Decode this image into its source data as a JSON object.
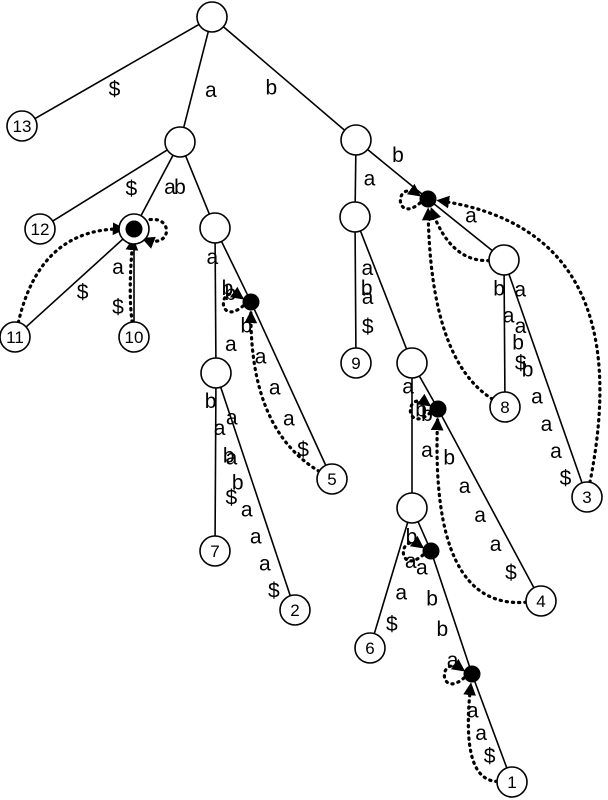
{
  "diagram": {
    "nodes": [
      {
        "id": "root",
        "kind": "internal"
      },
      {
        "id": "n_a",
        "kind": "internal"
      },
      {
        "id": "n_b",
        "kind": "internal"
      },
      {
        "id": "n_aa",
        "kind": "marked"
      },
      {
        "id": "n_ab",
        "kind": "internal"
      },
      {
        "id": "n_abba",
        "kind": "internal"
      },
      {
        "id": "n_abab",
        "kind": "marked"
      },
      {
        "id": "n_ba",
        "kind": "internal"
      },
      {
        "id": "n_bb",
        "kind": "marked"
      },
      {
        "id": "n_bab",
        "kind": "internal"
      },
      {
        "id": "n_baba",
        "kind": "marked"
      },
      {
        "id": "n_babba",
        "kind": "internal"
      },
      {
        "id": "n_babbab",
        "kind": "marked"
      },
      {
        "id": "n_babbabab",
        "kind": "marked"
      },
      {
        "id": "n_bba",
        "kind": "internal"
      },
      {
        "id": "leaf13",
        "kind": "leaf",
        "label": "13"
      },
      {
        "id": "leaf12",
        "kind": "leaf",
        "label": "12"
      },
      {
        "id": "leaf11",
        "kind": "leaf",
        "label": "11"
      },
      {
        "id": "leaf10",
        "kind": "leaf",
        "label": "10"
      },
      {
        "id": "leaf7",
        "kind": "leaf",
        "label": "7"
      },
      {
        "id": "leaf2",
        "kind": "leaf",
        "label": "2"
      },
      {
        "id": "leaf5",
        "kind": "leaf",
        "label": "5"
      },
      {
        "id": "leaf9",
        "kind": "leaf",
        "label": "9"
      },
      {
        "id": "leaf6",
        "kind": "leaf",
        "label": "6"
      },
      {
        "id": "leaf1",
        "kind": "leaf",
        "label": "1"
      },
      {
        "id": "leaf4",
        "kind": "leaf",
        "label": "4"
      },
      {
        "id": "leaf8",
        "kind": "leaf",
        "label": "8"
      },
      {
        "id": "leaf3",
        "kind": "leaf",
        "label": "3"
      }
    ],
    "edges": [
      {
        "from": "root",
        "to": "leaf13",
        "label": "$"
      },
      {
        "from": "root",
        "to": "n_a",
        "label": "a"
      },
      {
        "from": "root",
        "to": "n_b",
        "label": "b"
      },
      {
        "from": "n_a",
        "to": "leaf12",
        "label": "$"
      },
      {
        "from": "n_a",
        "to": "n_aa",
        "label": "a"
      },
      {
        "from": "n_a",
        "to": "n_ab",
        "label": "b"
      },
      {
        "from": "n_aa",
        "to": "leaf11",
        "label": "$"
      },
      {
        "from": "n_aa",
        "to": "leaf10",
        "label": "a$"
      },
      {
        "from": "n_ab",
        "to": "n_abba",
        "label": "ba"
      },
      {
        "from": "n_ab",
        "to": "n_abab",
        "label": "ab"
      },
      {
        "from": "n_abba",
        "to": "leaf7",
        "label": "aa$"
      },
      {
        "from": "n_abba",
        "to": "leaf2",
        "label": "babbaaa$"
      },
      {
        "from": "n_abab",
        "to": "leaf5",
        "label": "baaa$"
      },
      {
        "from": "n_b",
        "to": "n_ba",
        "label": "a"
      },
      {
        "from": "n_b",
        "to": "n_bb",
        "label": "b"
      },
      {
        "from": "n_ba",
        "to": "leaf9",
        "label": "aa$"
      },
      {
        "from": "n_ba",
        "to": "n_bab",
        "label": "b"
      },
      {
        "from": "n_bab",
        "to": "n_babba",
        "label": "ba"
      },
      {
        "from": "n_bab",
        "to": "n_baba",
        "label": "ab"
      },
      {
        "from": "n_babba",
        "to": "leaf6",
        "label": "aa$"
      },
      {
        "from": "n_babba",
        "to": "n_babbab",
        "label": "b"
      },
      {
        "from": "n_babbab",
        "to": "n_babbabab",
        "label": "abba"
      },
      {
        "from": "n_babbabab",
        "to": "leaf1",
        "label": "aa$"
      },
      {
        "from": "n_baba",
        "to": "leaf4",
        "label": "baaa$"
      },
      {
        "from": "n_bb",
        "to": "n_bba",
        "label": "a"
      },
      {
        "from": "n_bba",
        "to": "leaf8",
        "label": "aa$"
      },
      {
        "from": "n_bba",
        "to": "leaf3",
        "label": "babbaaa$"
      }
    ],
    "suffix_links": [
      {
        "from": "leaf11",
        "to": "n_aa"
      },
      {
        "from": "leaf10",
        "to": "n_aa"
      },
      {
        "from": "n_aa",
        "to": "n_aa"
      },
      {
        "from": "n_abab",
        "to": "n_abab"
      },
      {
        "from": "leaf5",
        "to": "n_abab"
      },
      {
        "from": "n_bb",
        "to": "n_bb"
      },
      {
        "from": "n_bba",
        "to": "n_bb"
      },
      {
        "from": "leaf8",
        "to": "n_bb"
      },
      {
        "from": "leaf3",
        "to": "n_bb"
      },
      {
        "from": "n_baba",
        "to": "n_baba"
      },
      {
        "from": "leaf4",
        "to": "n_baba"
      },
      {
        "from": "n_babbab",
        "to": "n_babbab"
      },
      {
        "from": "n_babbabab",
        "to": "n_babbabab"
      },
      {
        "from": "leaf1",
        "to": "n_babbabab"
      }
    ]
  }
}
